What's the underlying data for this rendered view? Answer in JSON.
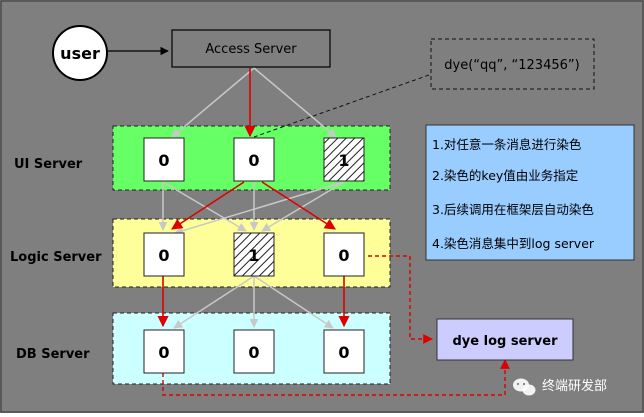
{
  "nodes": {
    "user": "user",
    "access_server": "Access Server",
    "dye_call": "dye(“qq”, “123456”)",
    "dye_log_server": "dye log server"
  },
  "tiers": {
    "ui": {
      "label": "UI  Server",
      "values": [
        "0",
        "0",
        "1"
      ],
      "dyed": [
        false,
        false,
        true
      ]
    },
    "logic": {
      "label": "Logic Server",
      "values": [
        "0",
        "1",
        "0"
      ],
      "dyed": [
        false,
        true,
        false
      ]
    },
    "db": {
      "label": "DB  Server",
      "values": [
        "0",
        "0",
        "0"
      ],
      "dyed": [
        false,
        false,
        false
      ]
    }
  },
  "notes": [
    "1.对任意一条消息进行染色",
    "2.染色的key值由业务指定",
    "3.后续调用在框架层自动染色",
    "4.染色消息集中到log server"
  ],
  "watermark": "终端研发部",
  "colors": {
    "background": "#7f7f7f",
    "ui_tier": "#66ff66",
    "logic_tier": "#ffff99",
    "db_tier": "#ccffff",
    "notes_box": "#99ccff",
    "dye_log_box": "#ccccff",
    "dyed_path": "#dd0000",
    "normal_path": "#c0c0c0"
  }
}
